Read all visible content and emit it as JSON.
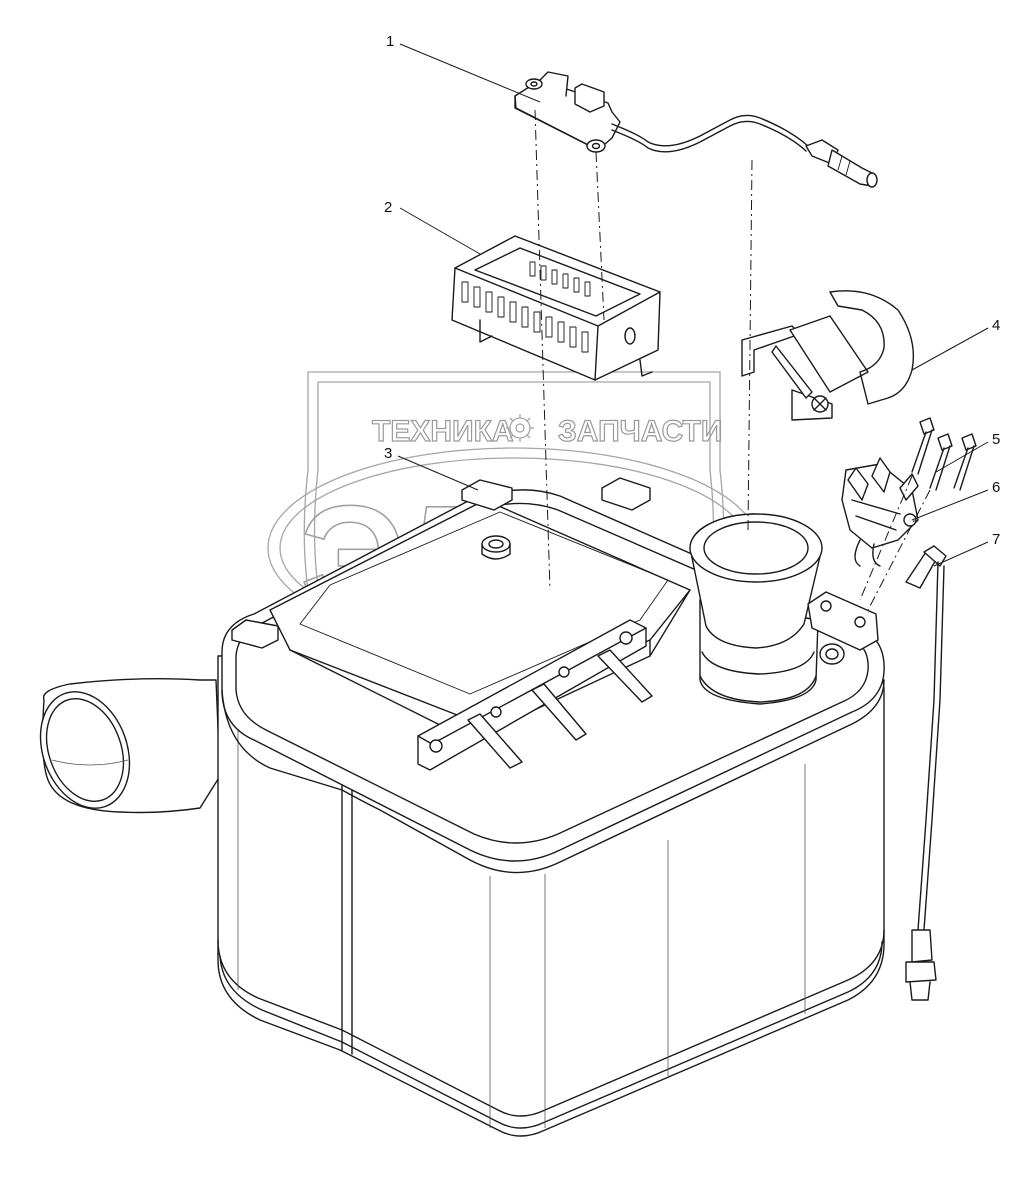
{
  "diagram": {
    "callouts": [
      {
        "id": "1",
        "label": "1"
      },
      {
        "id": "2",
        "label": "2"
      },
      {
        "id": "3",
        "label": "3"
      },
      {
        "id": "4",
        "label": "4"
      },
      {
        "id": "5",
        "label": "5"
      },
      {
        "id": "6",
        "label": "6"
      },
      {
        "id": "7",
        "label": "7"
      }
    ]
  },
  "watermark": {
    "left_word": "ТЕХНИКА",
    "right_word": "ЗАПЧАСТИ",
    "logo_letters": "ЭЛФ",
    "gear": "gear-icon"
  },
  "colors": {
    "line": "#1a1a1a",
    "watermark": "#a0a0a0",
    "background": "#ffffff"
  }
}
